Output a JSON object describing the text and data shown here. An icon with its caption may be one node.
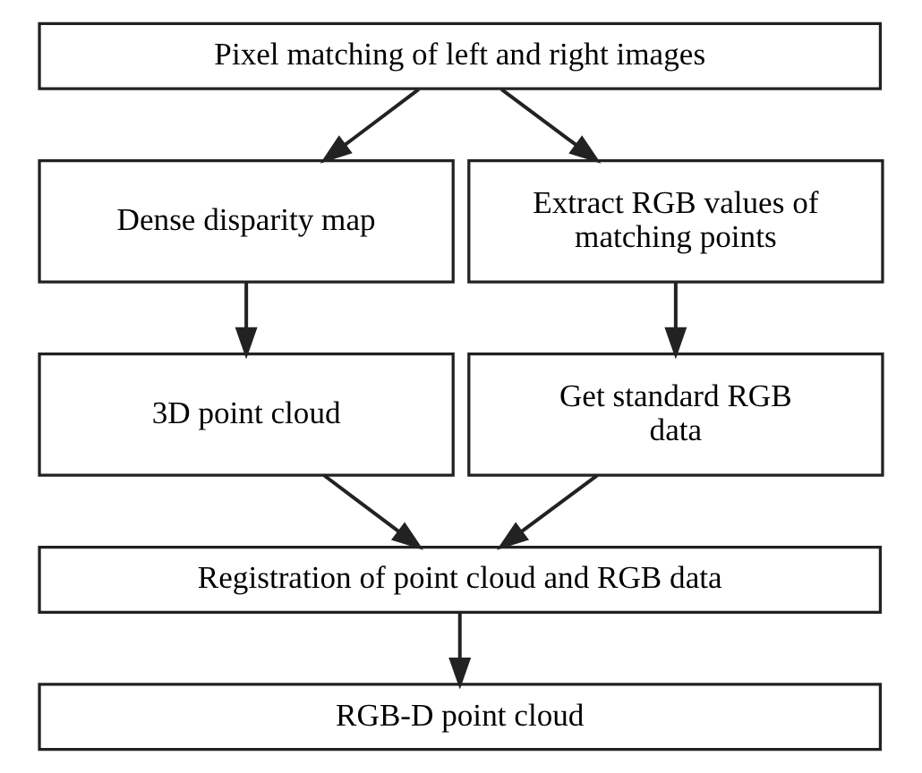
{
  "diagram": {
    "nodes": [
      {
        "text": [
          "Pixel matching of left and right images"
        ]
      },
      {
        "text": [
          "Dense disparity map"
        ]
      },
      {
        "text": [
          "Extract RGB values of matching points"
        ]
      },
      {
        "text": [
          "3D point cloud"
        ]
      },
      {
        "text": [
          "Get standard RGB data"
        ]
      },
      {
        "text": [
          "Registration of point cloud and RGB data"
        ]
      },
      {
        "text": [
          "RGB-D point cloud"
        ]
      }
    ],
    "edges": [
      {
        "from": 0,
        "to": 1,
        "arrow": "to"
      },
      {
        "from": 0,
        "to": 2,
        "arrow": "to"
      },
      {
        "from": 1,
        "to": 3,
        "arrow": "to"
      },
      {
        "from": 2,
        "to": 4,
        "arrow": "to"
      },
      {
        "from": 3,
        "to": 5,
        "arrow": "to"
      },
      {
        "from": 4,
        "to": 5,
        "arrow": "to"
      },
      {
        "from": 5,
        "to": 6,
        "arrow": "to"
      }
    ]
  }
}
